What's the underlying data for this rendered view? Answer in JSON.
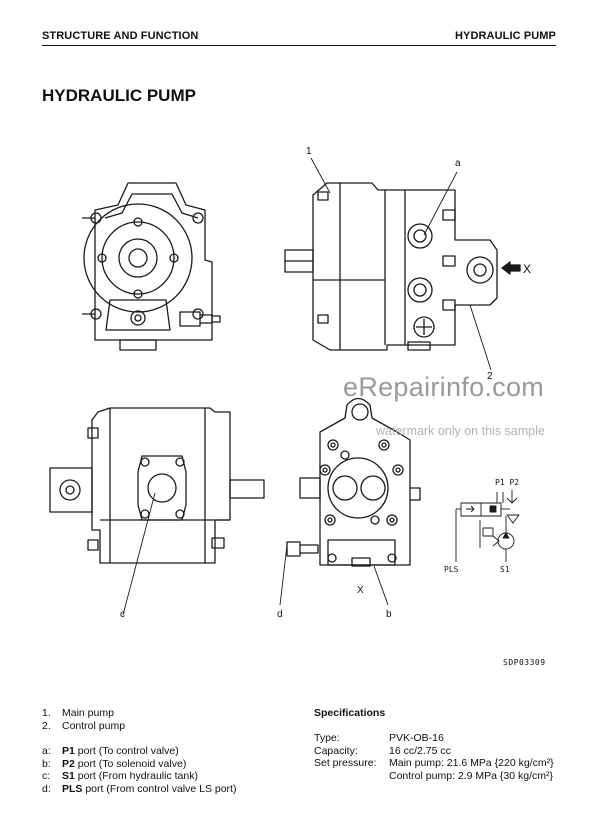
{
  "header": {
    "section": "STRUCTURE AND FUNCTION",
    "topic": "HYDRAULIC PUMP"
  },
  "title": "HYDRAULIC PUMP",
  "figure": {
    "callouts": {
      "one": "1",
      "two": "2",
      "a": "a",
      "b": "b",
      "c": "c",
      "d": "d",
      "x_arrow": "X",
      "x_bottom": "X"
    },
    "schematic": {
      "p1p2": "P1 P2",
      "pls": "PLS",
      "s1": "S1"
    },
    "code": "SDP03309"
  },
  "watermark": {
    "site": "eRepairinfo.com",
    "note": "watermark only on this sample"
  },
  "components": [
    {
      "key": "1.",
      "label": "Main pump"
    },
    {
      "key": "2.",
      "label": "Control pump"
    }
  ],
  "ports": [
    {
      "key": "a:",
      "port": "P1",
      "desc": " port (To control valve)"
    },
    {
      "key": "b:",
      "port": "P2",
      "desc": " port (To solenoid valve)"
    },
    {
      "key": "c:",
      "port": "S1",
      "desc": " port (From hydraulic tank)"
    },
    {
      "key": "d:",
      "port": "PLS",
      "desc": " port (From control valve LS port)"
    }
  ],
  "specifications": {
    "title": "Specifications",
    "type_label": "Type:",
    "type_value": "PVK-OB-16",
    "capacity_label": "Capacity:",
    "capacity_value": "16 cc/2.75 cc",
    "pressure_label": "Set pressure:",
    "main_pressure": "Main pump: 21.6 MPa {220 kg/cm²}",
    "control_pressure": "Control pump: 2.9 MPa {30 kg/cm²}"
  }
}
